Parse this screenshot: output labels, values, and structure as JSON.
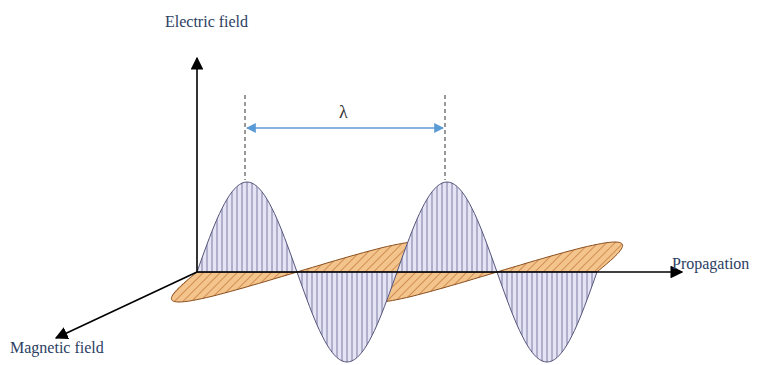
{
  "diagram": {
    "labels": [
      "Electric field",
      "λ",
      "Propagation",
      "Magnetic field"
    ]
  }
}
